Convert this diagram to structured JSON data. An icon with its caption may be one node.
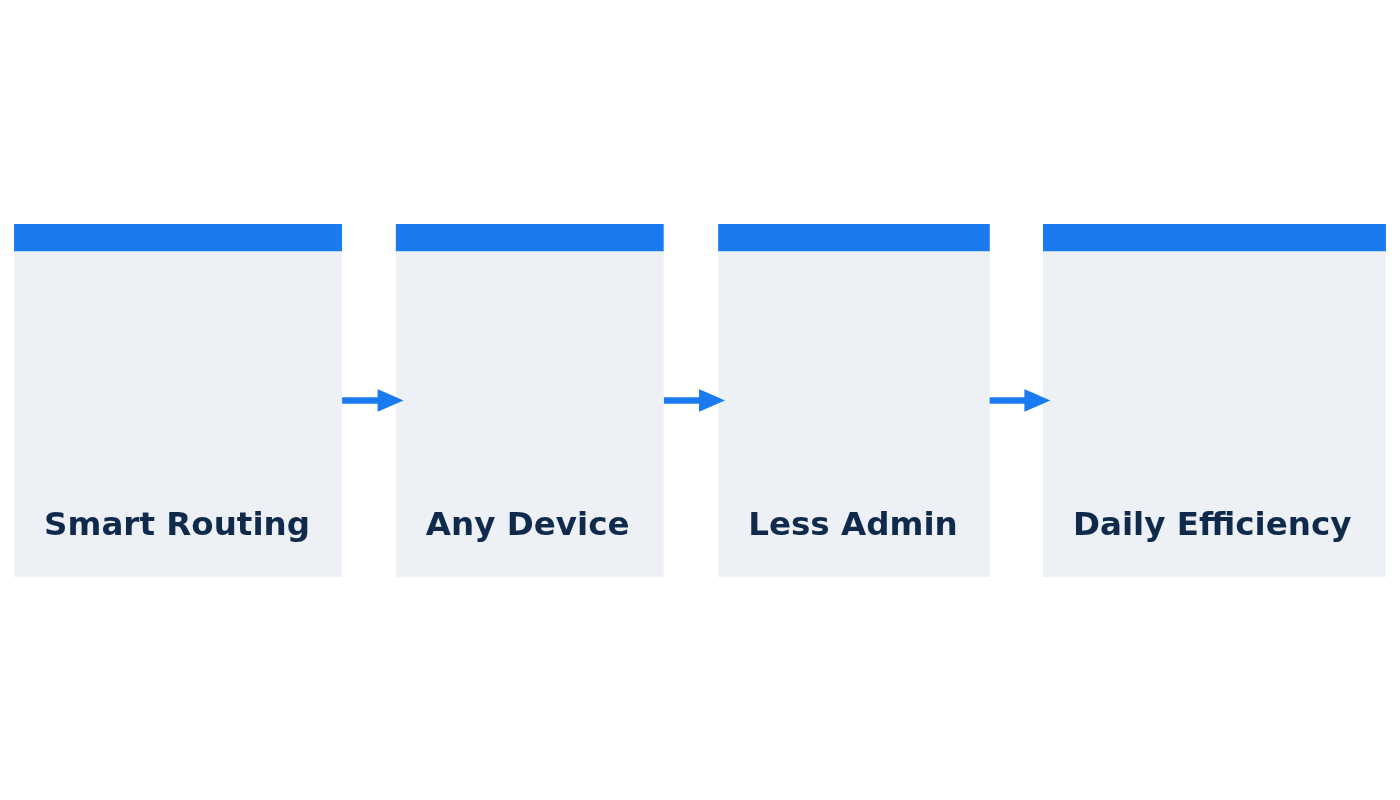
{
  "diagram": {
    "nodes": [
      {
        "text": [
          "Smart Routing"
        ]
      },
      {
        "text": [
          "Any Device"
        ]
      },
      {
        "text": [
          "Less Admin"
        ]
      },
      {
        "text": [
          "Daily Efficiency"
        ]
      }
    ],
    "edges": [
      {
        "from": 0,
        "to": 1,
        "arrow": "to"
      },
      {
        "from": 1,
        "to": 2,
        "arrow": "to"
      },
      {
        "from": 2,
        "to": 3,
        "arrow": "to"
      }
    ]
  }
}
